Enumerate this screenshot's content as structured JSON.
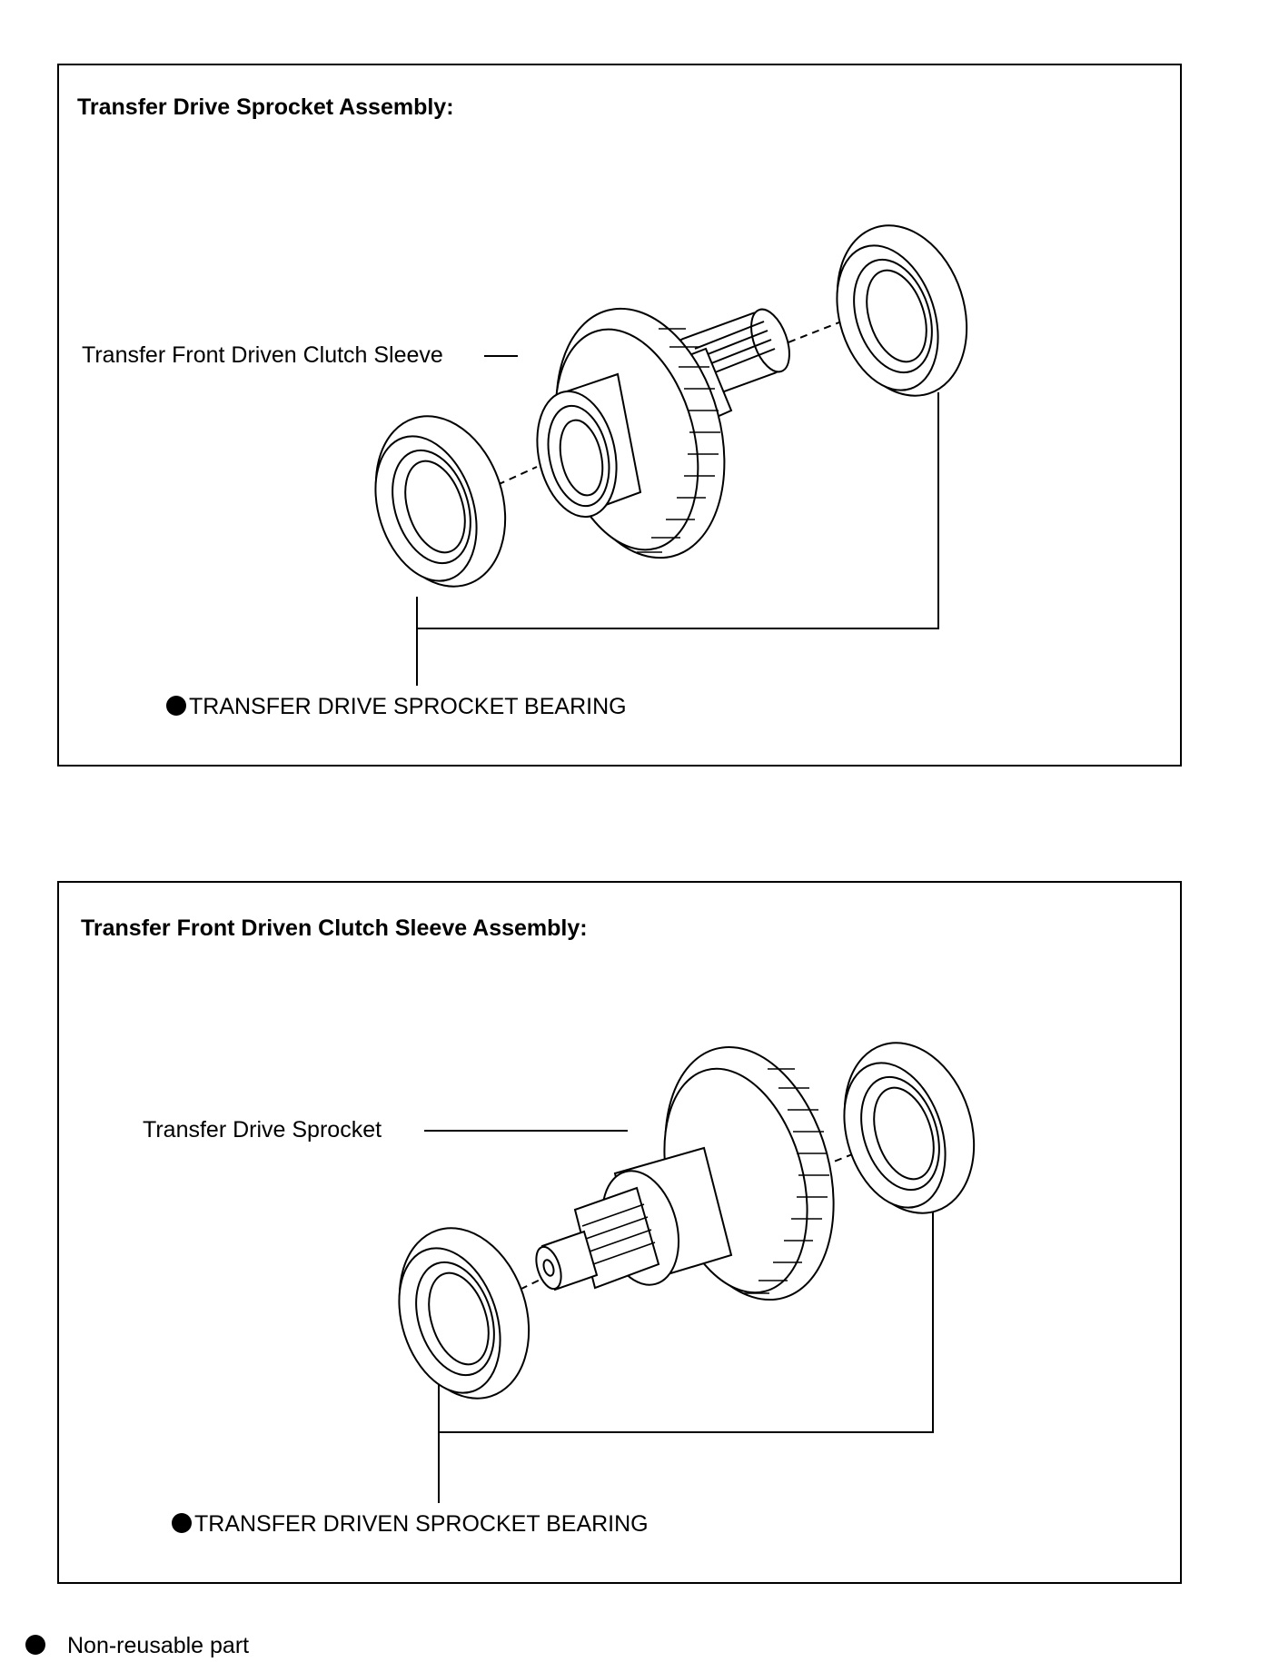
{
  "panels": [
    {
      "title": "Transfer Drive Sprocket Assembly:",
      "callouts": {
        "part_label": "Transfer Front Driven Clutch Sleeve",
        "bearing_label": "TRANSFER DRIVE SPROCKET BEARING"
      }
    },
    {
      "title": "Transfer Front Driven Clutch Sleeve Assembly:",
      "callouts": {
        "part_label": "Transfer Drive Sprocket",
        "bearing_label": "TRANSFER DRIVEN SPROCKET BEARING"
      }
    }
  ],
  "legend": {
    "symbol": "filled-circle",
    "text": "Non-reusable part"
  }
}
